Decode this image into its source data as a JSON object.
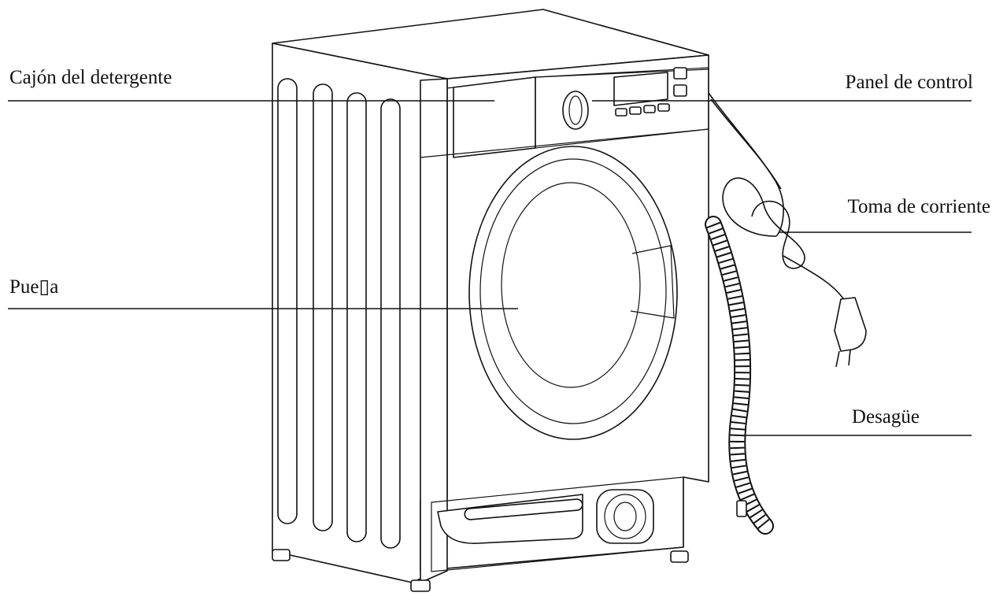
{
  "labels": {
    "detergent_drawer": "Cajón del detergente",
    "control_panel": "Panel de control",
    "power_outlet": "Toma de corriente",
    "door": "Pue▯a",
    "drain": "Desagüe"
  }
}
